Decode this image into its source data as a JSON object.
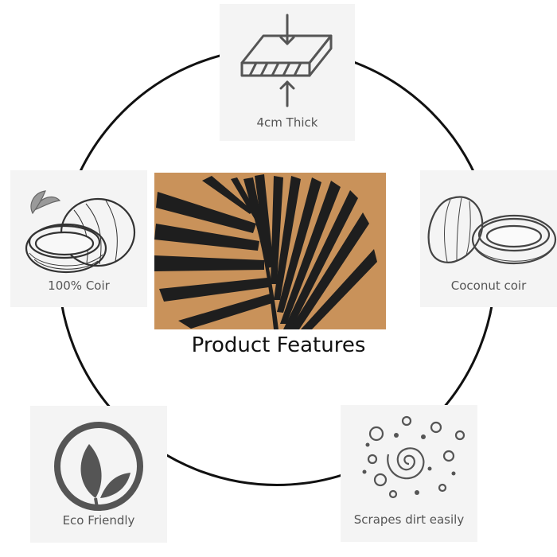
{
  "title": "Product Features",
  "features": [
    {
      "label": "4cm Thick",
      "icon": "thickness-arrows-icon"
    },
    {
      "label": "100% Coir",
      "icon": "coconut-leaf-icon"
    },
    {
      "label": "Coconut coir",
      "icon": "coconut-halves-icon"
    },
    {
      "label": "Eco Friendly",
      "icon": "leaf-circle-icon"
    },
    {
      "label": "Scrapes dirt easily",
      "icon": "dirt-swirl-icon"
    }
  ],
  "colors": {
    "ring": "#111111",
    "card_background": "#f4f4f4",
    "label_text": "#555555",
    "mat_coir": "#c9925a",
    "mat_print": "#1e1e1e"
  }
}
